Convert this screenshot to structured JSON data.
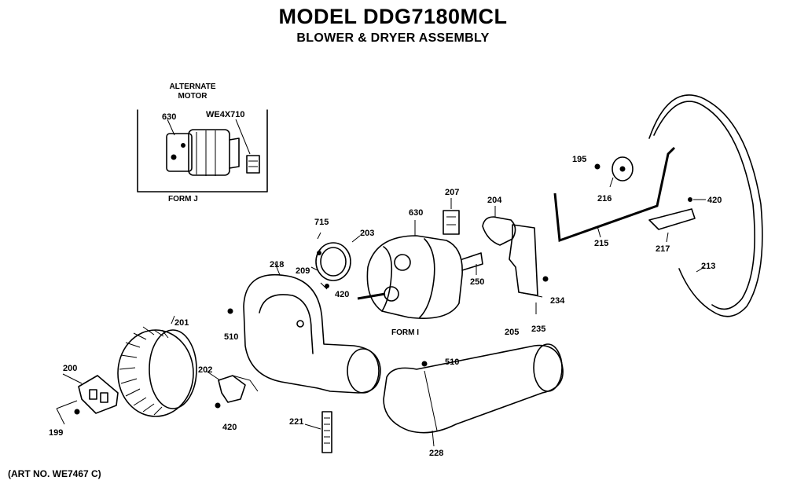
{
  "title": "MODEL DDG7180MCL",
  "subtitle": "BLOWER & DRYER ASSEMBLY",
  "art_number": "(ART NO. WE7467 C)",
  "inset": {
    "heading_line1": "ALTERNATE",
    "heading_line2": "MOTOR",
    "form_label": "FORM J",
    "part_motor": "630",
    "part_switch": "WE4X710"
  },
  "callouts": {
    "p200": "200",
    "p199": "199",
    "p201": "201",
    "p202": "202",
    "p420_a": "420",
    "p510_a": "510",
    "p218": "218",
    "p221": "221",
    "p228": "228",
    "p510_b": "510",
    "p715": "715",
    "p203": "203",
    "p209": "209",
    "p420_b": "420",
    "p630": "630",
    "p207": "207",
    "p250": "250",
    "form_i": "FORM I",
    "p204": "204",
    "p234": "234",
    "p205": "205",
    "p235": "235",
    "p195": "195",
    "p216": "216",
    "p215": "215",
    "p420_c": "420",
    "p217": "217",
    "p213": "213"
  }
}
